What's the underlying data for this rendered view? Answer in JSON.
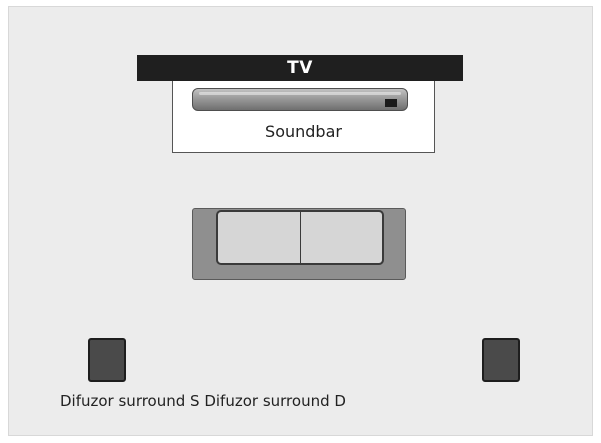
{
  "tv": {
    "label": "TV"
  },
  "soundbar": {
    "label": "Soundbar"
  },
  "speakers": {
    "left_label": "Difuzor surround S",
    "right_label": "Difuzor surround D"
  },
  "colors": {
    "background": "#ececec",
    "tv_bar": "#1f1f1f",
    "sofa_frame": "#8f8f8f",
    "sofa_seat": "#d6d6d6",
    "speaker": "#4a4a4a"
  }
}
